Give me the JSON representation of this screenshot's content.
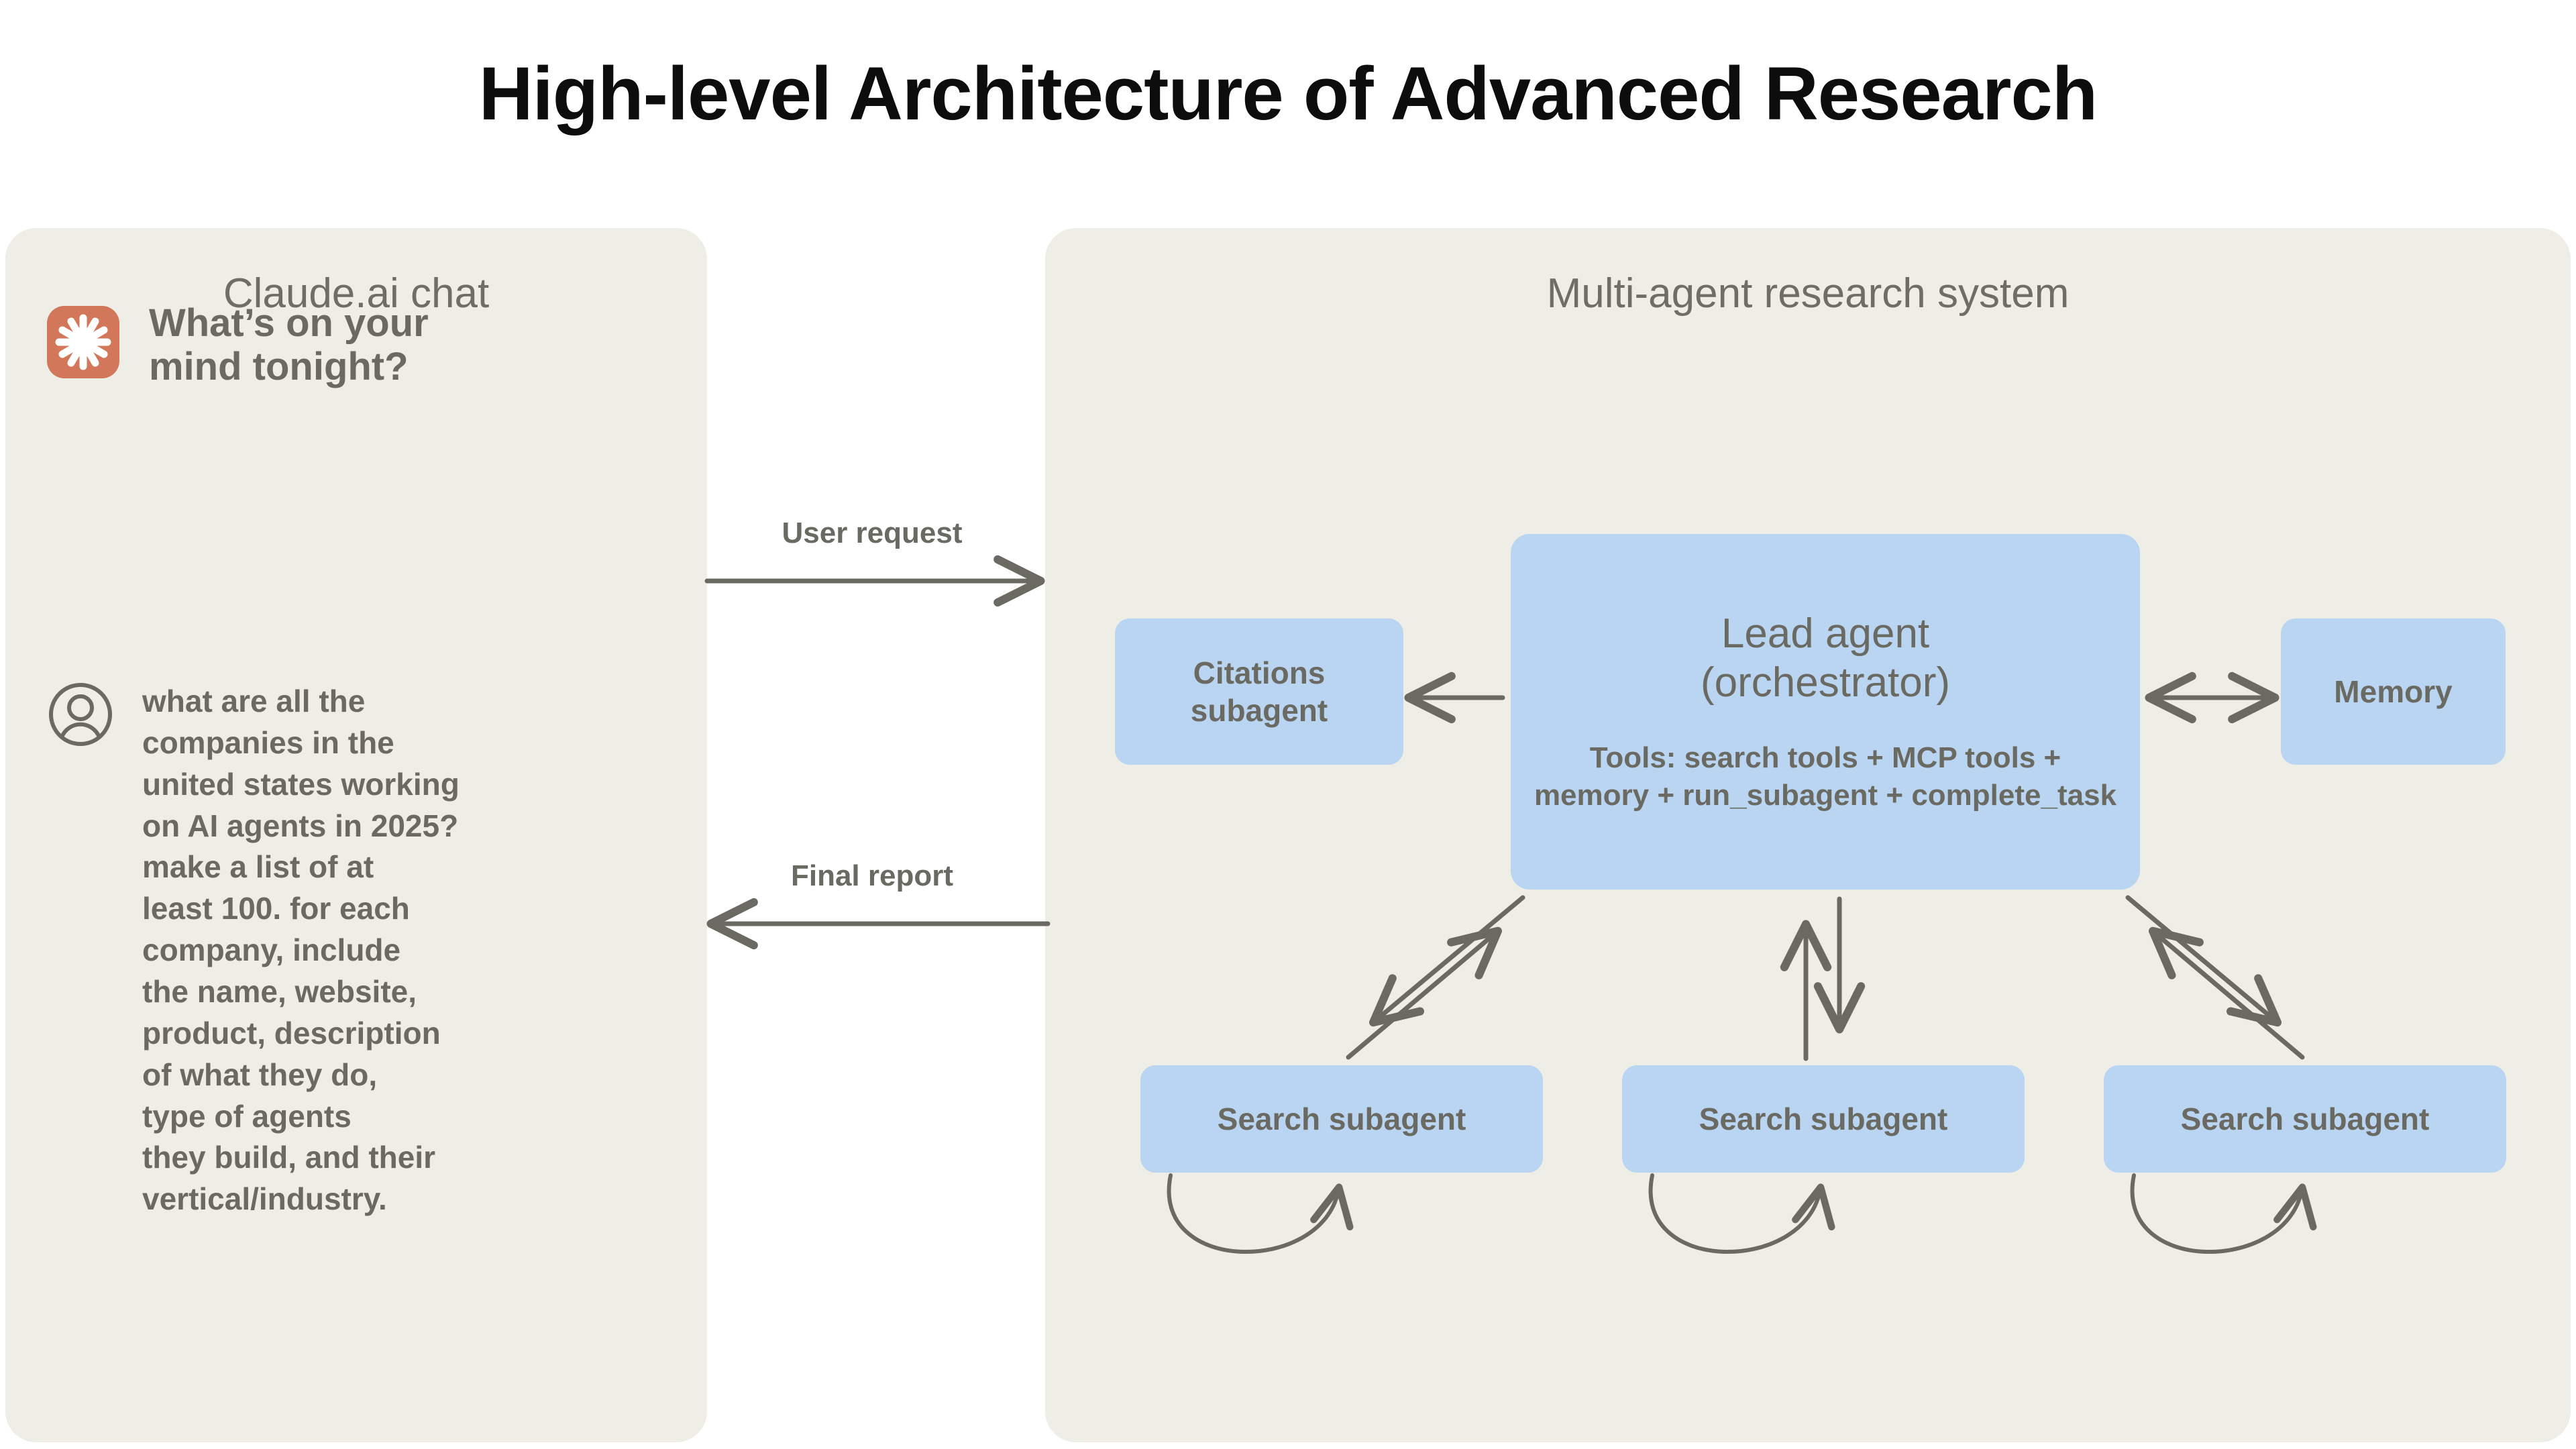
{
  "page": {
    "title": "High-level Architecture of Advanced Research",
    "background_color": "#ffffff",
    "panel_color": "#eeeee6",
    "node_color": "#b9d5f2",
    "text_color": "#6a6a62",
    "accent_color": "#d2775a",
    "line_color": "#6a6a62"
  },
  "left_panel": {
    "title": "Claude.ai chat",
    "greeting": {
      "icon": "claude-sunburst-icon",
      "text": "What’s on your mind tonight?"
    },
    "user_message": {
      "icon": "user-avatar-icon",
      "text": "what are all the\ncompanies in the\nunited states working\non AI agents in 2025?\nmake a list of at\nleast 100. for each\ncompany, include\nthe name, website,\nproduct, description\nof what they do,\ntype of agents\nthey build, and their\nvertical/industry."
    }
  },
  "right_panel": {
    "title": "Multi-agent research system",
    "lead_agent": {
      "title": "Lead agent\n(orchestrator)",
      "tools": "Tools: search tools + MCP tools + memory + run_subagent + complete_task"
    },
    "citations": {
      "label": "Citations\nsubagent"
    },
    "memory": {
      "label": "Memory"
    },
    "search_subagents": [
      {
        "label": "Search subagent"
      },
      {
        "label": "Search subagent"
      },
      {
        "label": "Search subagent"
      }
    ]
  },
  "flows": {
    "user_request": "User request",
    "final_report": "Final report"
  }
}
